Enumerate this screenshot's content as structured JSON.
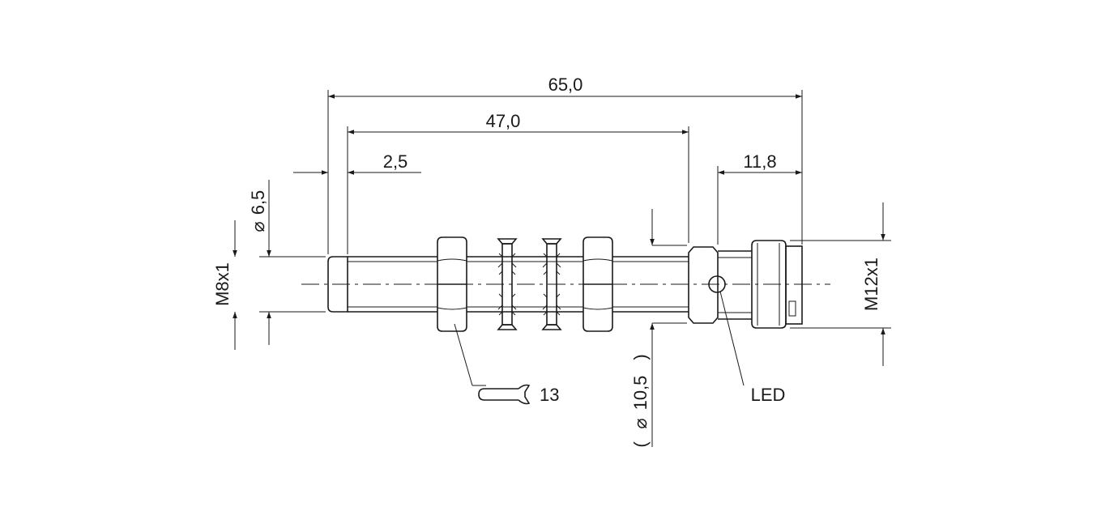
{
  "dimensions": {
    "overall_length": "65,0",
    "thread_length": "47,0",
    "tip_length": "2,5",
    "connector_length": "11,8",
    "tip_diameter": "6,5",
    "sensor_thread": "M8x1",
    "connector_thread": "M12x1",
    "nut_diameter": "10,5"
  },
  "symbols": {
    "diameter": "⌀",
    "paren_open": "(",
    "paren_close": ")"
  },
  "callouts": {
    "wrench_size": "13",
    "led_label": "LED"
  }
}
